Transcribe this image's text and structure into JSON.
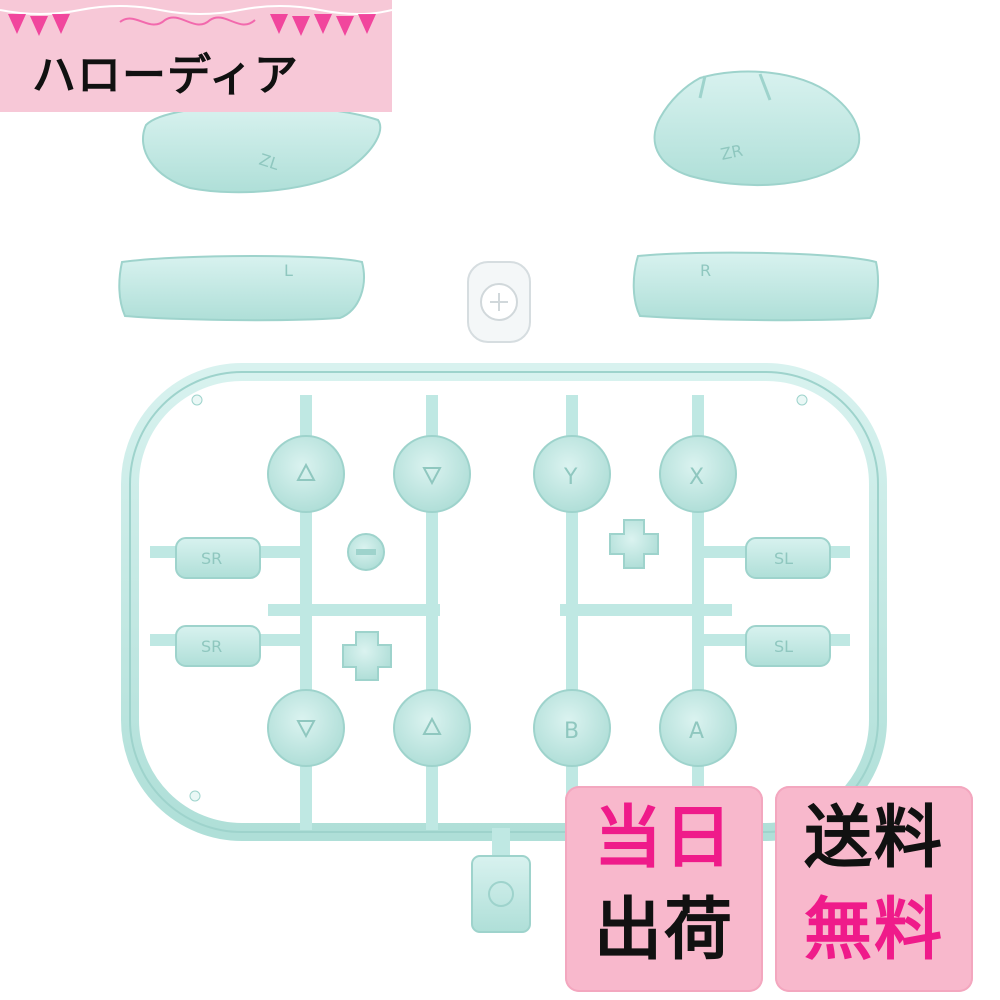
{
  "shop": {
    "name": "ハローディア"
  },
  "parts": {
    "zl_label": "ZL",
    "zr_label": "ZR",
    "l_label": "L",
    "r_label": "R",
    "sr_label": "SR",
    "sl_label": "SL",
    "y_label": "Y",
    "x_label": "X",
    "b_label": "B",
    "a_label": "A"
  },
  "badges": {
    "same_day": {
      "line1": "当日",
      "line2": "出荷"
    },
    "free_shipping": {
      "line1": "送料",
      "line2": "無料"
    }
  },
  "colors": {
    "banner_bg": "#f7c8d7",
    "part_mint": "#bfe8e3",
    "part_edge": "#9ed3cc",
    "badge_bg": "#f8b8cc",
    "badge_accent": "#ef1b8a"
  }
}
